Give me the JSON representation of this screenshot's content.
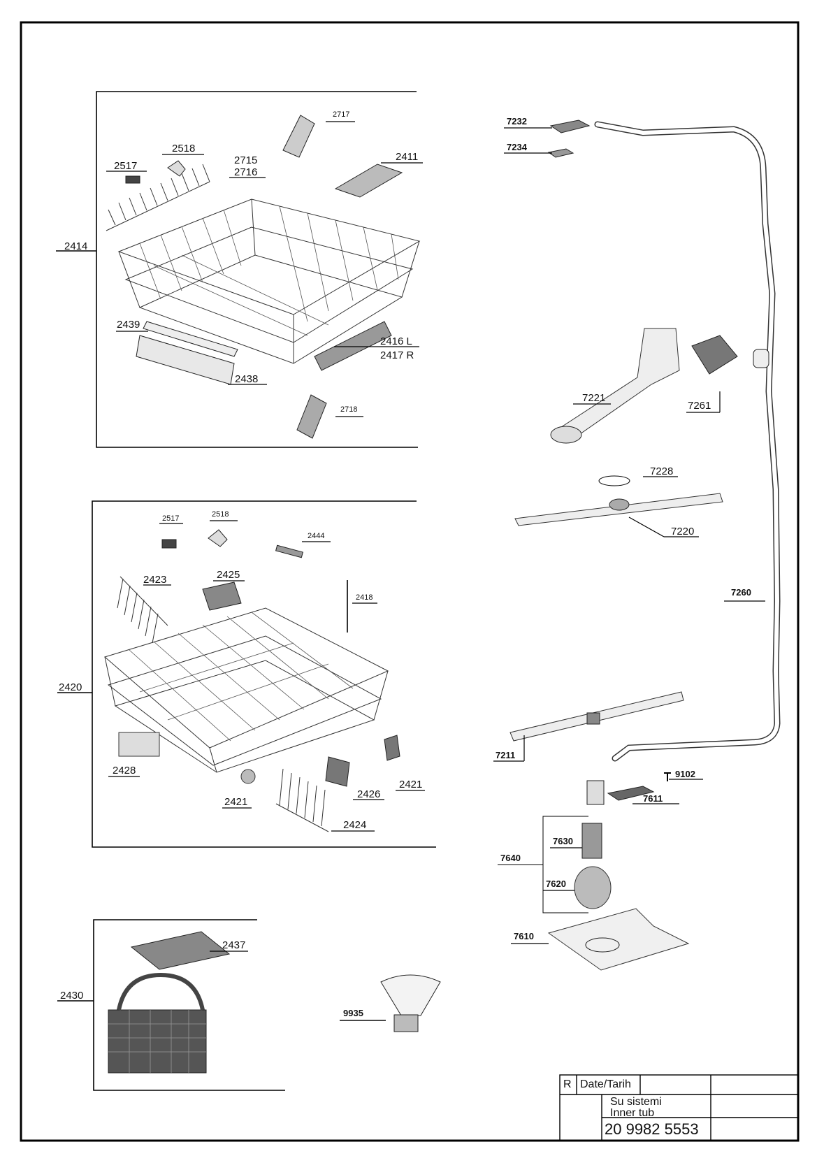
{
  "diagram": {
    "upper_basket": {
      "labels": {
        "assembly": "2414",
        "hinge_clip_a": "2517",
        "hinge_clip_b": "2518",
        "tine_row_a": "2715",
        "tine_row_b": "2716",
        "top_clip": "2717",
        "cup_rack": "2411",
        "front_panel": "2439",
        "front_cover": "2438",
        "wheel_left": "2416 L",
        "wheel_right": "2417 R",
        "bottom_clip": "2718"
      }
    },
    "lower_basket": {
      "labels": {
        "assembly": "2420",
        "hinge_clip_a": "2517",
        "hinge_clip_b": "2518",
        "pin": "2444",
        "tine_row_top": "2423",
        "bracket_top": "2425",
        "support_rod": "2418",
        "handle": "2428",
        "wheel_front": "2421",
        "wheel_side": "2421",
        "bracket_bottom": "2426",
        "tine_row_bottom": "2424"
      }
    },
    "cutlery_basket": {
      "labels": {
        "assembly": "2430",
        "lid": "2437"
      }
    },
    "funnel": {
      "label": "9935"
    },
    "water_system": {
      "labels": {
        "connector_top": "7232",
        "connector_clip": "7234",
        "upper_arm_feed": "7221",
        "feed_adapter": "7261",
        "o_ring": "7228",
        "upper_spray_arm": "7220",
        "supply_pipe": "7260",
        "lower_spray_arm": "7211",
        "screw": "9102",
        "arm_hub": "7611",
        "filter_group": "7640",
        "micro_filter": "7630",
        "coarse_filter": "7620",
        "filter_plate": "7610"
      }
    },
    "title_block": {
      "rev": "R",
      "date_label": "Date/Tarih",
      "title_tr": "Su sistemi",
      "title_en": "Inner tub",
      "drawing_number": "20 9982 5553"
    }
  }
}
